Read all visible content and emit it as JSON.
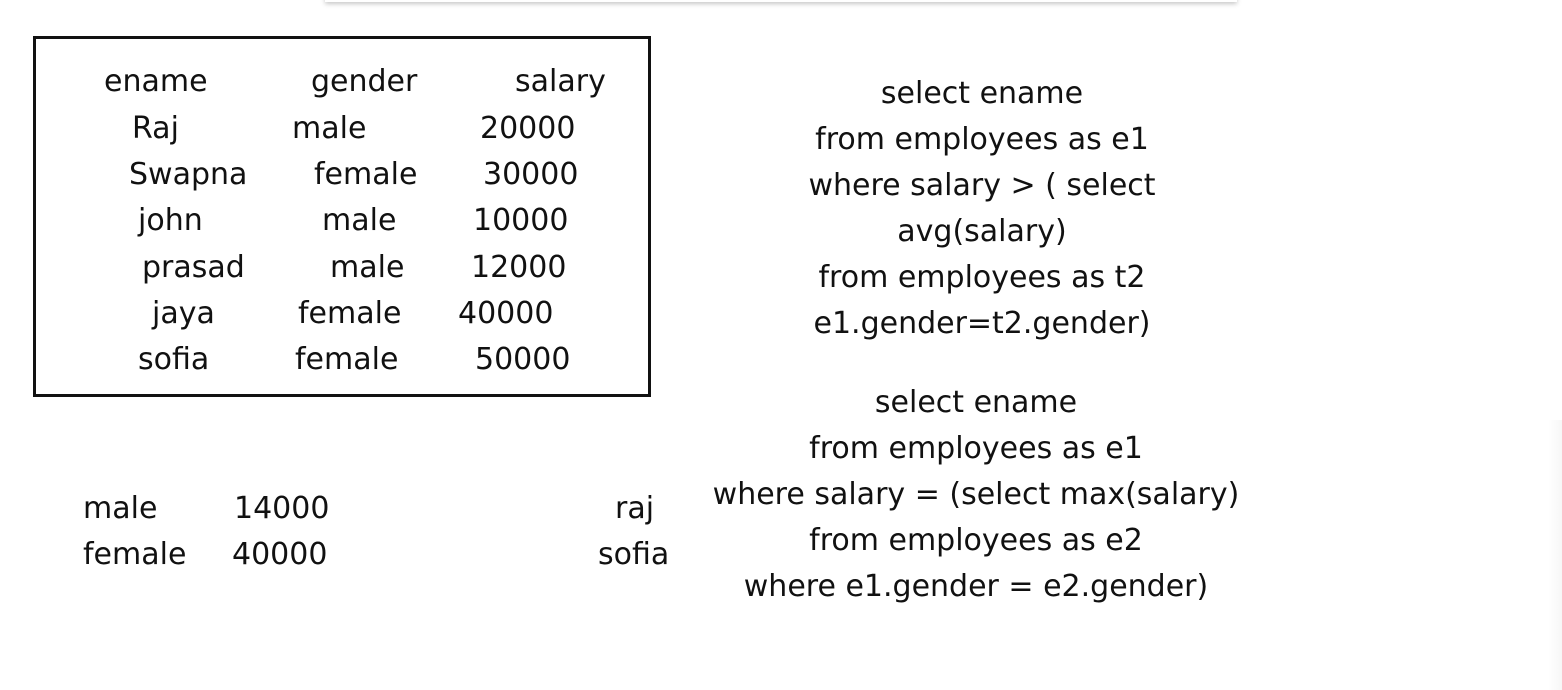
{
  "employees_table": {
    "headers": [
      "ename",
      "gender",
      "salary"
    ],
    "rows": [
      [
        "Raj",
        "male",
        "20000"
      ],
      [
        "Swapna",
        "female",
        "30000"
      ],
      [
        "john",
        "male",
        "10000"
      ],
      [
        "prasad",
        "male",
        "12000"
      ],
      [
        "jaya",
        "female",
        "40000"
      ],
      [
        "sofia",
        "female",
        "50000"
      ]
    ]
  },
  "query1": {
    "lines": [
      "select ename",
      "from employees as e1",
      "where salary > ( select",
      "avg(salary)",
      "from employees as t2",
      "e1.gender=t2.gender)"
    ]
  },
  "query2": {
    "lines": [
      "select ename",
      "from employees as e1",
      "where salary = (select max(salary)",
      "from employees as e2",
      "where e1.gender = e2.gender)"
    ]
  },
  "gender_avg": [
    [
      "male",
      "14000"
    ],
    [
      "female",
      "40000"
    ]
  ],
  "result_names": [
    "raj",
    "sofia"
  ]
}
